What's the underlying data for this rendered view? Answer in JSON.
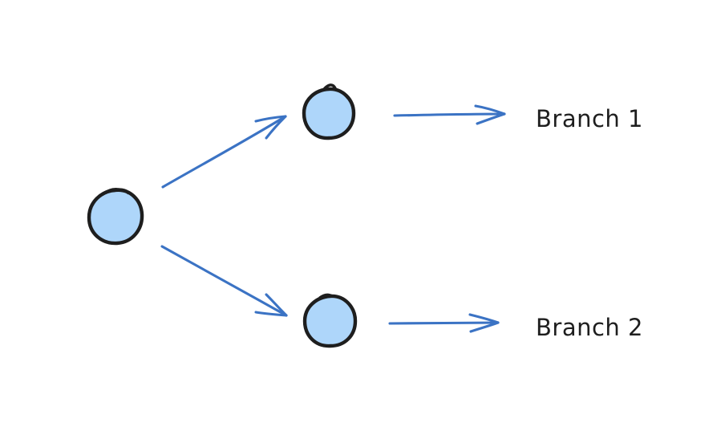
{
  "palette": {
    "background": "#ffffff",
    "node_fill": "#aed6fa",
    "node_stroke": "#1e1e1e",
    "arrow_color": "#3b73c4",
    "text_color": "#1e1e1e"
  },
  "diagram": {
    "type": "branching-flow",
    "style": "hand-drawn-sketch",
    "nodes": [
      {
        "id": "root",
        "shape": "circle",
        "label": ""
      },
      {
        "id": "branch-1-node",
        "shape": "circle",
        "label": ""
      },
      {
        "id": "branch-2-node",
        "shape": "circle",
        "label": ""
      }
    ],
    "edges": [
      {
        "from": "root",
        "to": "branch-1-node"
      },
      {
        "from": "root",
        "to": "branch-2-node"
      },
      {
        "from": "branch-1-node",
        "to": "branch-1-label"
      },
      {
        "from": "branch-2-node",
        "to": "branch-2-label"
      }
    ],
    "labels": {
      "branch1": "Branch 1",
      "branch2": "Branch 2"
    }
  }
}
